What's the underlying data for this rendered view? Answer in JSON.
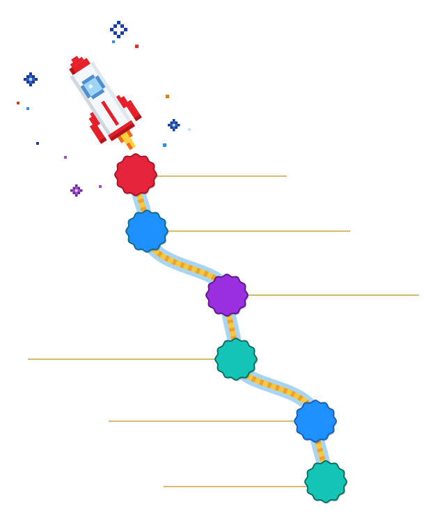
{
  "colors": {
    "background": "#ffffff",
    "leader_line": "#c9a441",
    "path_outer": "#a9d5f5",
    "path_inner": "#f4c93e",
    "path_stripe": "#f0a030",
    "rocket_body": "#f5f8fb",
    "rocket_red": "#e5202a",
    "rocket_dark_red": "#b5141b",
    "rocket_window": "#9fd4f2",
    "rocket_window_ring": "#4f8fd1",
    "flame_outer": "#f26b1d",
    "flame_inner": "#ffd23d"
  },
  "nodes": [
    {
      "id": "node-1",
      "color": "#e5243b",
      "border": "#a0172a"
    },
    {
      "id": "node-2",
      "color": "#1e90ff",
      "border": "#136a8a"
    },
    {
      "id": "node-3",
      "color": "#9a2fe0",
      "border": "#5d1a8c"
    },
    {
      "id": "node-4",
      "color": "#14c4b5",
      "border": "#0d6e66"
    },
    {
      "id": "node-5",
      "color": "#1e90ff",
      "border": "#1860b8"
    },
    {
      "id": "node-6",
      "color": "#14c4b5",
      "border": "#0d6e66"
    }
  ],
  "icons": {
    "rocket": "rocket-icon",
    "sparkles": "pixel-star-icon"
  }
}
